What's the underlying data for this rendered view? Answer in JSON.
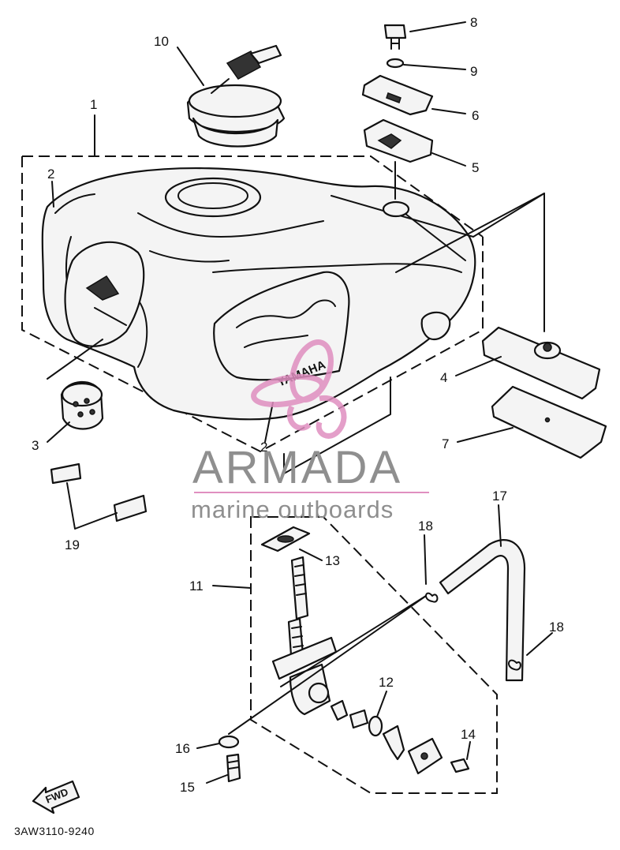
{
  "diagram": {
    "labels": {
      "l1": "1",
      "l2a": "2",
      "l2b": "2",
      "l3": "3",
      "l4": "4",
      "l5": "5",
      "l6": "6",
      "l7": "7",
      "l8": "8",
      "l9": "9",
      "l10": "10",
      "l11": "11",
      "l12": "12",
      "l13": "13",
      "l14": "14",
      "l15": "15",
      "l16": "16",
      "l17": "17",
      "l18a": "18",
      "l18b": "18",
      "l19": "19"
    },
    "fwd_label": "FWD",
    "drawing_code": "3AW3110-9240",
    "tank_brand": "YAMAHA"
  },
  "watermark": {
    "title": "ARMADA",
    "subtitle": "marine outboards",
    "color_text": "#8f8f8f",
    "color_logo": "#e08fc0"
  }
}
